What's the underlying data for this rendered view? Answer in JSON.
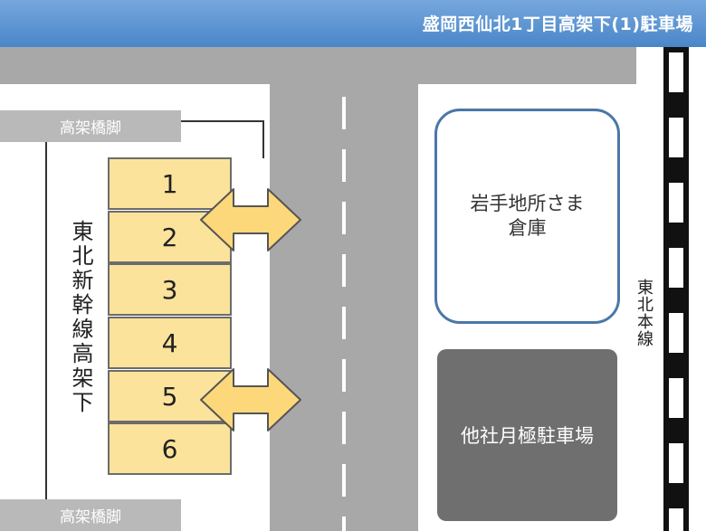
{
  "title": "盛岡西仙北1丁目高架下(1)駐車場",
  "pier_label_top": "高架橋脚",
  "pier_label_bottom": "高架橋脚",
  "viaduct_label": "東北新幹線高架下",
  "parking_spaces": [
    "1",
    "2",
    "3",
    "4",
    "5",
    "6"
  ],
  "warehouse": {
    "line1": "岩手地所さま",
    "line2": "倉庫"
  },
  "other_parking": "他社月極駐車場",
  "railway_label": "東北本線",
  "colors": {
    "title_bar": "#4a86c8",
    "road": "#a8a8a8",
    "space_fill": "#fbe39b",
    "arrow_fill": "#fdd87a",
    "warehouse_border": "#4b77a8",
    "other_parking_fill": "#6f6f6f"
  },
  "icons": [
    "entrance-arrow",
    "entrance-arrow"
  ]
}
